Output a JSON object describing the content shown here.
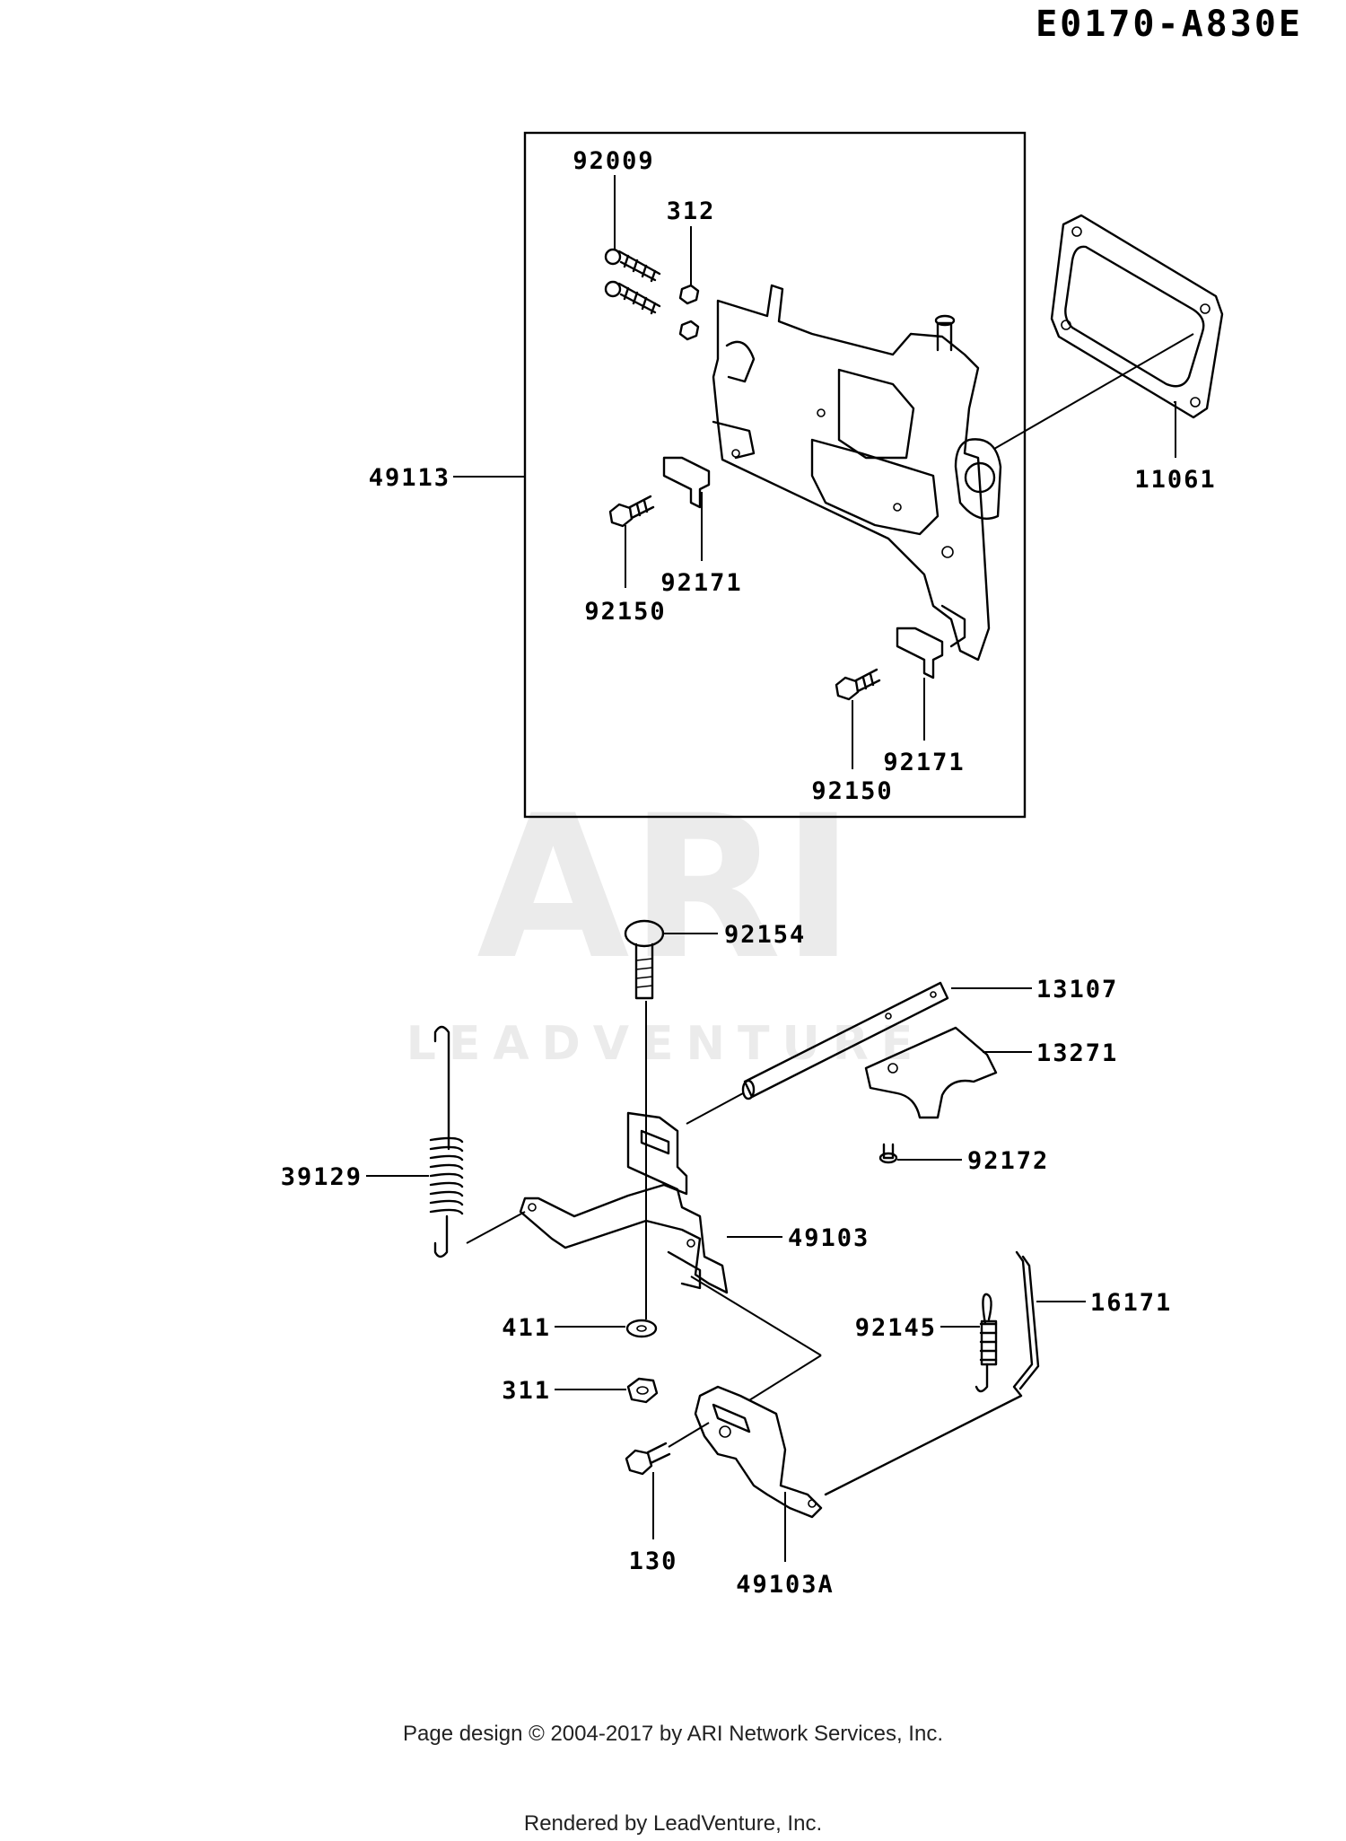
{
  "diagram_code": "E0170-A830E",
  "watermark": {
    "logo": "ARI",
    "wordmark": "LEADVENTURE"
  },
  "parts": {
    "p92009": "92009",
    "p312": "312",
    "p49113": "49113",
    "p11061": "11061",
    "p92171_a": "92171",
    "p92150_a": "92150",
    "p92171_b": "92171",
    "p92150_b": "92150",
    "p92154": "92154",
    "p13107": "13107",
    "p13271": "13271",
    "p92172": "92172",
    "p39129": "39129",
    "p49103": "49103",
    "p411": "411",
    "p92145": "92145",
    "p16171": "16171",
    "p311": "311",
    "p130": "130",
    "p49103A": "49103A"
  },
  "footer": {
    "copyright": "Page design © 2004-2017 by ARI Network Services, Inc.",
    "rendered": "Rendered by LeadVenture, Inc."
  }
}
